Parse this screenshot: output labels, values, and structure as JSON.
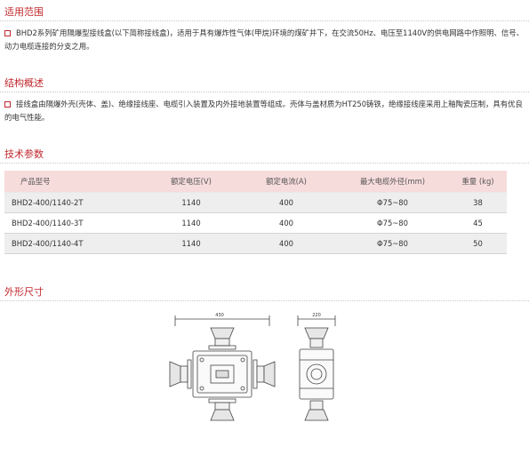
{
  "sections": {
    "application": {
      "title": "适用范围",
      "text": "BHD2系列矿用隔爆型接线盒(以下简称接线盒)，适用于具有爆炸性气体(甲烷)环境的煤矿井下，在交流50Hz、电压至1140V的供电网路中作照明、信号、动力电缆连接的分支之用。"
    },
    "overview": {
      "title": "结构概述",
      "text": "接线盒由隔爆外壳(壳体、盖)、绝缘接线座、电缆引入装置及内外接地装置等组成。壳体与盖材质为HT250铸铁，绝缘接线座采用上釉陶瓷压制，具有优良的电气性能。"
    },
    "specs": {
      "title": "技术参数",
      "headers": [
        "产品型号",
        "额定电压(V)",
        "额定电流(A)",
        "最大电缆外径(mm)",
        "重量 (kg)"
      ],
      "rows": [
        [
          "BHD2-400/1140-2T",
          "1140",
          "400",
          "Φ75~80",
          "38"
        ],
        [
          "BHD2-400/1140-3T",
          "1140",
          "400",
          "Φ75~80",
          "45"
        ],
        [
          "BHD2-400/1140-4T",
          "1140",
          "400",
          "Φ75~80",
          "50"
        ]
      ]
    },
    "dimensions": {
      "title": "外形尺寸",
      "width_label": "430",
      "depth_label": "220"
    }
  },
  "colors": {
    "accent": "#c0282e",
    "header_bg": "#f7dcdc",
    "row_alt_bg": "#eeeeee"
  }
}
